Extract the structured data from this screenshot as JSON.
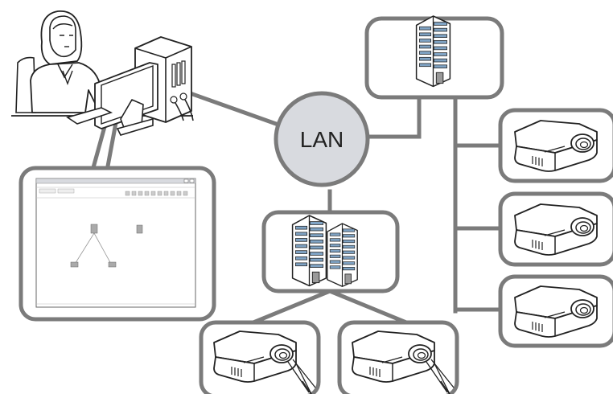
{
  "diagram": {
    "hub_label": "LAN",
    "colors": {
      "link": "#7b7b7b",
      "hub_fill": "#d8dadf",
      "building_window": "#7fa3c4",
      "outline": "#222222"
    },
    "nodes": [
      {
        "id": "computer",
        "icon": "operator-at-computer-icon"
      },
      {
        "id": "software-screen",
        "icon": "software-window-thumbnail"
      },
      {
        "id": "lan",
        "icon": "lan-hub"
      },
      {
        "id": "building-1",
        "icon": "building-icon"
      },
      {
        "id": "building-2",
        "icon": "twin-building-icon"
      },
      {
        "id": "projector-r1",
        "icon": "projector-icon"
      },
      {
        "id": "projector-r2",
        "icon": "projector-icon"
      },
      {
        "id": "projector-r3",
        "icon": "projector-icon"
      },
      {
        "id": "projector-b1",
        "icon": "projector-icon"
      },
      {
        "id": "projector-b2",
        "icon": "projector-icon"
      }
    ],
    "links": [
      [
        "computer",
        "lan"
      ],
      [
        "lan",
        "building-1"
      ],
      [
        "lan",
        "building-2"
      ],
      [
        "building-1",
        "projector-r1"
      ],
      [
        "building-1",
        "projector-r2"
      ],
      [
        "building-1",
        "projector-r3"
      ],
      [
        "building-2",
        "projector-b1"
      ],
      [
        "building-2",
        "projector-b2"
      ]
    ]
  }
}
